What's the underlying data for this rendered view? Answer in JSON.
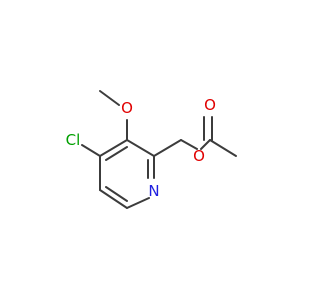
{
  "molecule": {
    "atoms": {
      "cl": {
        "text": "Cl",
        "color": "#00a000"
      },
      "o_methoxy": {
        "text": "O",
        "color": "#e00000"
      },
      "o_ester": {
        "text": "O",
        "color": "#e00000"
      },
      "o_carbonyl": {
        "text": "O",
        "color": "#e00000"
      },
      "n_ring": {
        "text": "N",
        "color": "#2020e0"
      }
    },
    "bond_color": "#3c3c3c"
  }
}
